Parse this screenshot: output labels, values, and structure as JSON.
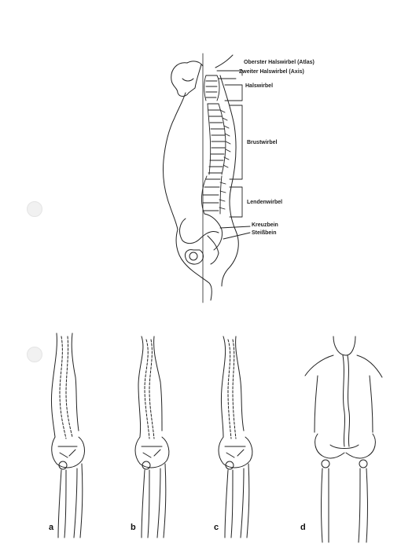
{
  "top_figure": {
    "labels": {
      "atlas": "Oberster Halswirbel (Atlas)",
      "axis": "Zweiter Halswirbel (Axis)",
      "cervical": "Halswirbel",
      "thoracic": "Brustwirbel",
      "lumbar": "Lendenwirbel",
      "sacrum": "Kreuzbein",
      "coccyx": "Steißbein"
    }
  },
  "bottom_figures": {
    "letters": [
      "a",
      "b",
      "c",
      "d"
    ]
  }
}
